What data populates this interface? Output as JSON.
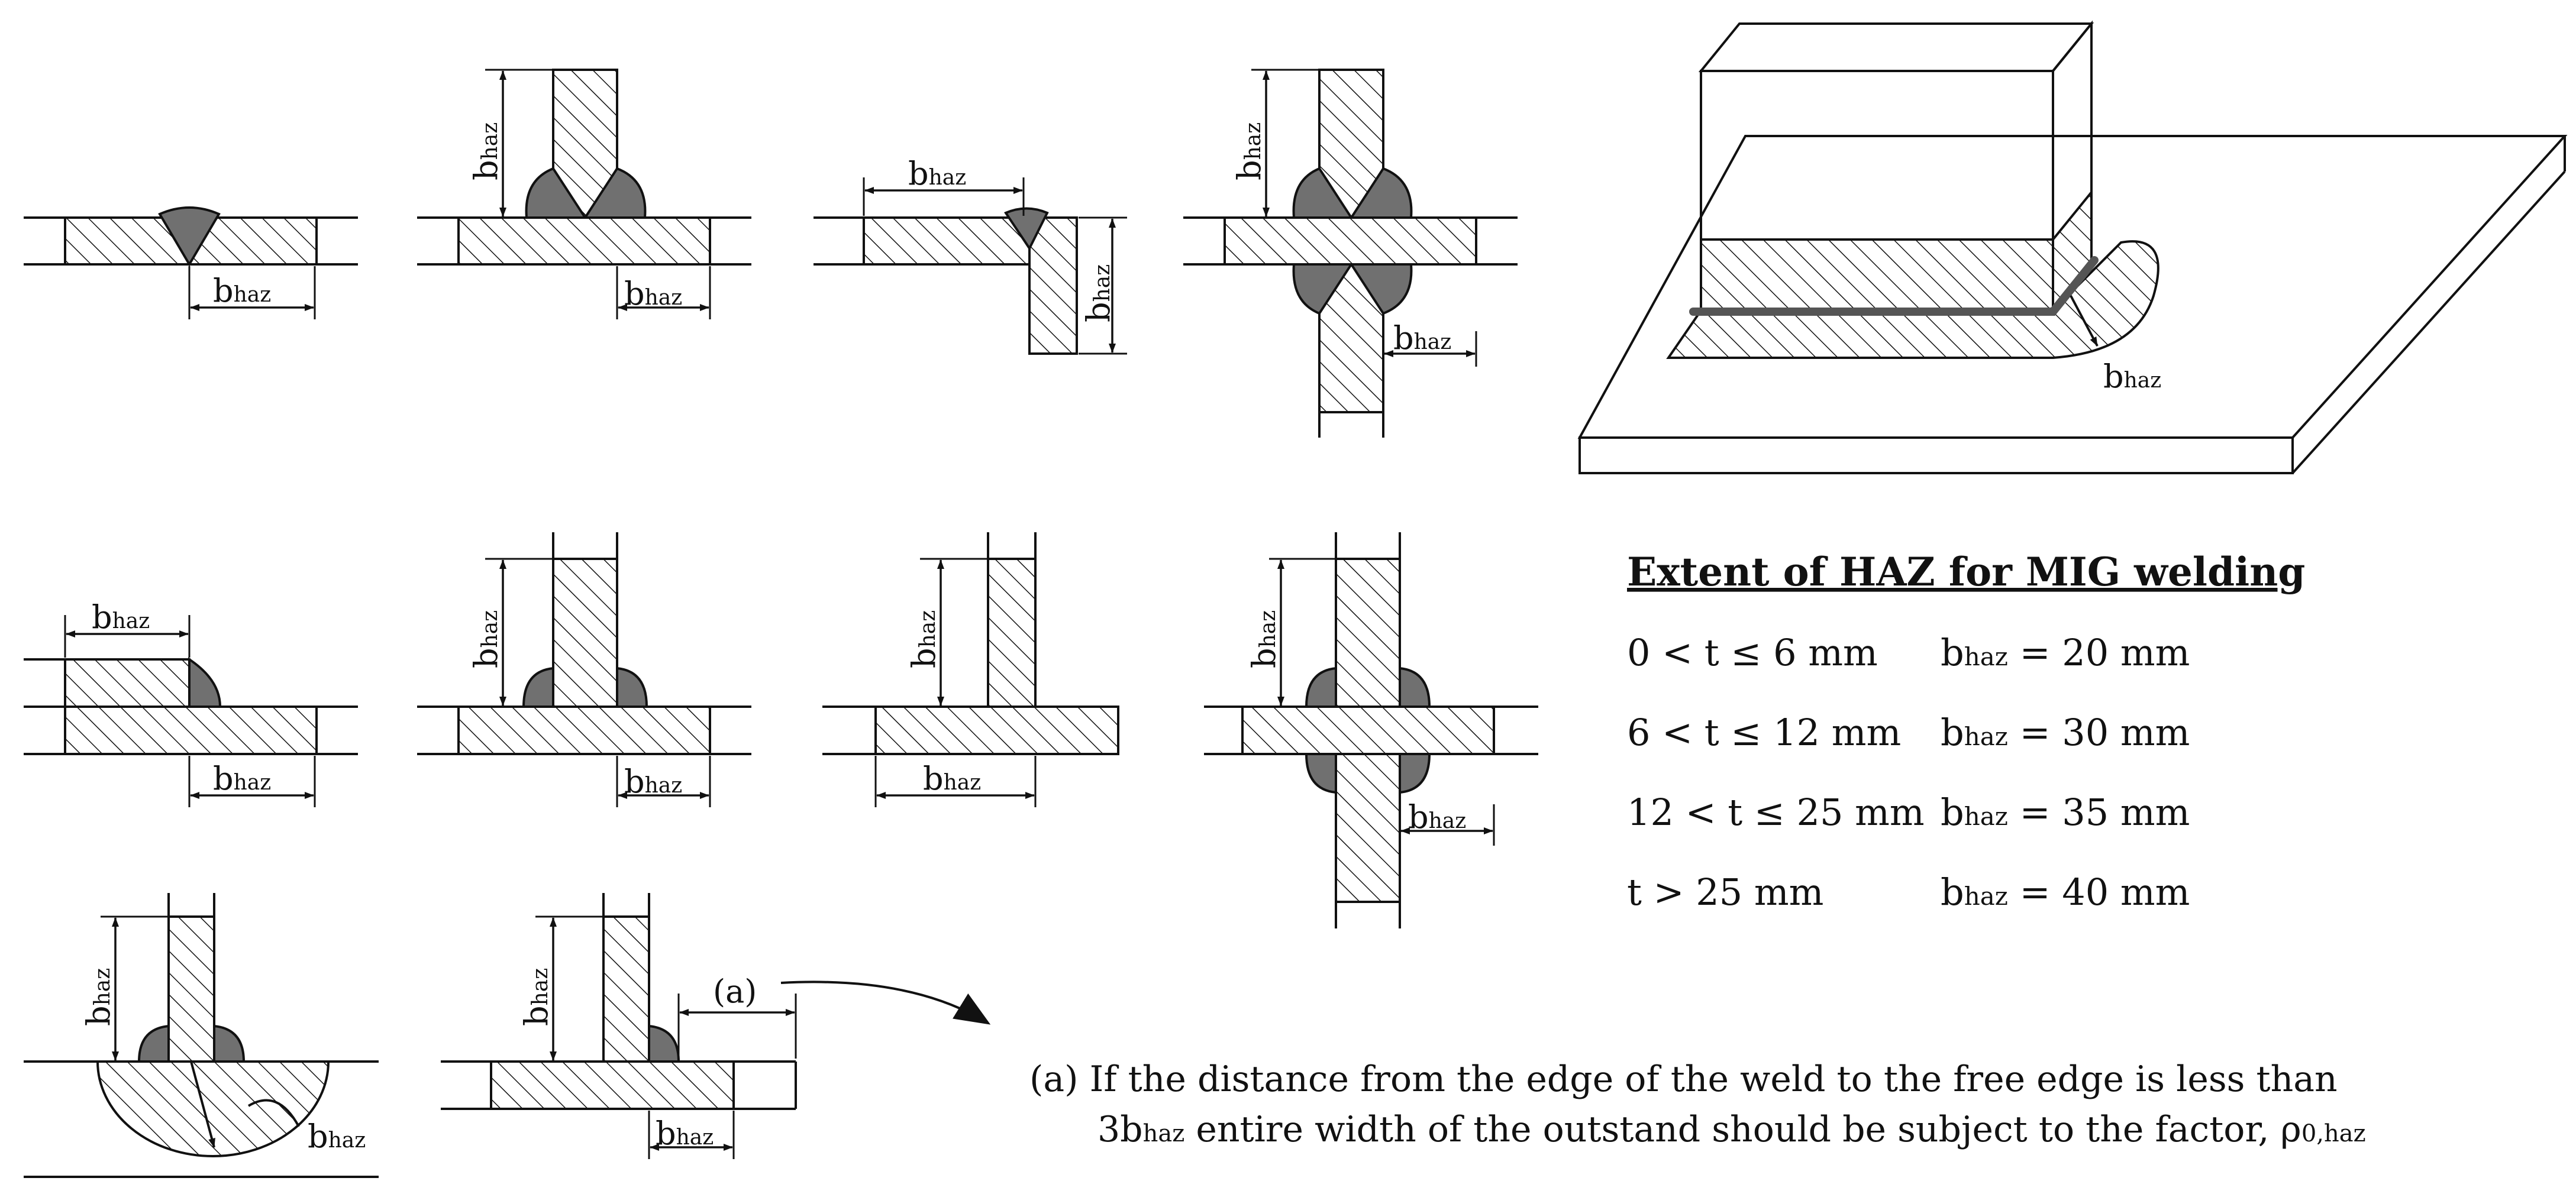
{
  "dimension_label": {
    "base": "b",
    "sub": "haz"
  },
  "note_marker": "(a)",
  "haz_table": {
    "title": "Extent of HAZ for MIG welding",
    "rows": [
      {
        "range": "0 < t ≤ 6 mm",
        "value_prefix": "b",
        "value_sub": "haz",
        "value": " = 20 mm"
      },
      {
        "range": "6 < t ≤ 12 mm",
        "value_prefix": "b",
        "value_sub": "haz",
        "value": " = 30 mm"
      },
      {
        "range": "12 < t ≤ 25 mm",
        "value_prefix": "b",
        "value_sub": "haz",
        "value": " = 35 mm"
      },
      {
        "range": "t > 25 mm",
        "value_prefix": "b",
        "value_sub": "haz",
        "value": " = 40 mm"
      }
    ]
  },
  "footnote": {
    "line1": "(a) If the distance from the edge of the weld to the free edge is less than",
    "line2_pre": "3b",
    "line2_sub": "haz",
    "line2_mid": " entire width of the outstand should be subject to the factor, ρ",
    "line2_end_sub": "0,haz"
  },
  "colors": {
    "line": "#111111",
    "weld_fill": "#707070",
    "background": "#ffffff"
  }
}
